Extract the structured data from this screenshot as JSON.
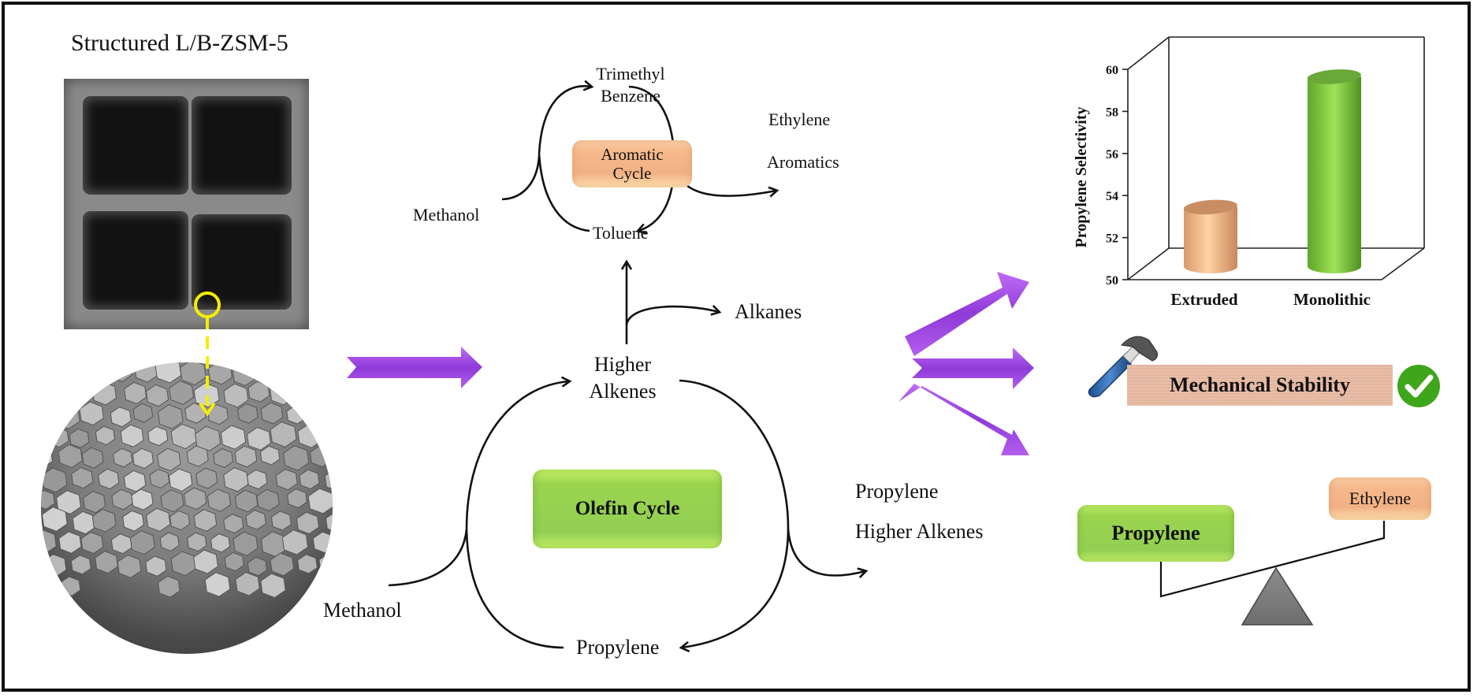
{
  "title": "Structured L/B-ZSM-5",
  "images": {
    "monolith_sem": "monolith-sem-image",
    "crystal_sem": "zsm5-crystals-sem-image",
    "magnifier_color": "#f5ee00"
  },
  "aromatic_cycle": {
    "label_line1": "Aromatic",
    "label_line2": "Cycle",
    "top_node_line1": "Trimethyl",
    "top_node_line2": "Benzene",
    "bottom_node": "Toluene",
    "input": "Methanol",
    "outputs": [
      "Ethylene",
      "Aromatics"
    ]
  },
  "branch": {
    "side_product": "Alkanes"
  },
  "olefin_cycle": {
    "label": "Olefin Cycle",
    "top_node_line1": "Higher",
    "top_node_line2": "Alkenes",
    "bottom_node": "Propylene",
    "input": "Methanol",
    "outputs": [
      "Propylene",
      "Higher Alkenes"
    ]
  },
  "colors": {
    "arrow_purple": "#9b3fe0",
    "green_box": "#9ad44f",
    "orange_box": "#f6b98a",
    "extruded_bar": "#f7c08e",
    "monolithic_bar": "#8fd24a",
    "check_green": "#3fa51a"
  },
  "chart_data": {
    "type": "bar",
    "style": "3d-cylinder",
    "title": "",
    "xlabel": "",
    "ylabel": "Propylene Selectivity",
    "categories": [
      "Extruded",
      "Monolithic"
    ],
    "values": [
      52.7,
      58.9
    ],
    "ylim": [
      50,
      60
    ],
    "yticks": [
      50,
      52,
      54,
      56,
      58,
      60
    ],
    "grid": false,
    "legend": "none"
  },
  "mechanical": {
    "label": "Mechanical Stability",
    "hammer_icon": "hammer-icon",
    "check_icon": "check-circle-icon"
  },
  "balance": {
    "heavy_side": "Propylene",
    "light_side": "Ethylene"
  }
}
